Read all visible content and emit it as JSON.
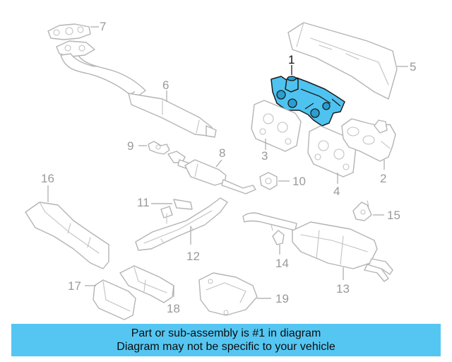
{
  "callouts": {
    "c1": "1",
    "c2": "2",
    "c3": "3",
    "c4": "4",
    "c5": "5",
    "c6": "6",
    "c7": "7",
    "c8": "8",
    "c9": "9",
    "c10": "10",
    "c11": "11",
    "c12": "12",
    "c13": "13",
    "c14": "14",
    "c15": "15",
    "c16": "16",
    "c17": "17",
    "c18": "18",
    "c19": "19"
  },
  "highlight": {
    "part_number": "1",
    "color": "#4fc3f0"
  },
  "banner": {
    "line1": "Part or sub-assembly is #1 in diagram",
    "line2": "Diagram may not be specific to your vehicle",
    "color": "#55c6f2"
  }
}
